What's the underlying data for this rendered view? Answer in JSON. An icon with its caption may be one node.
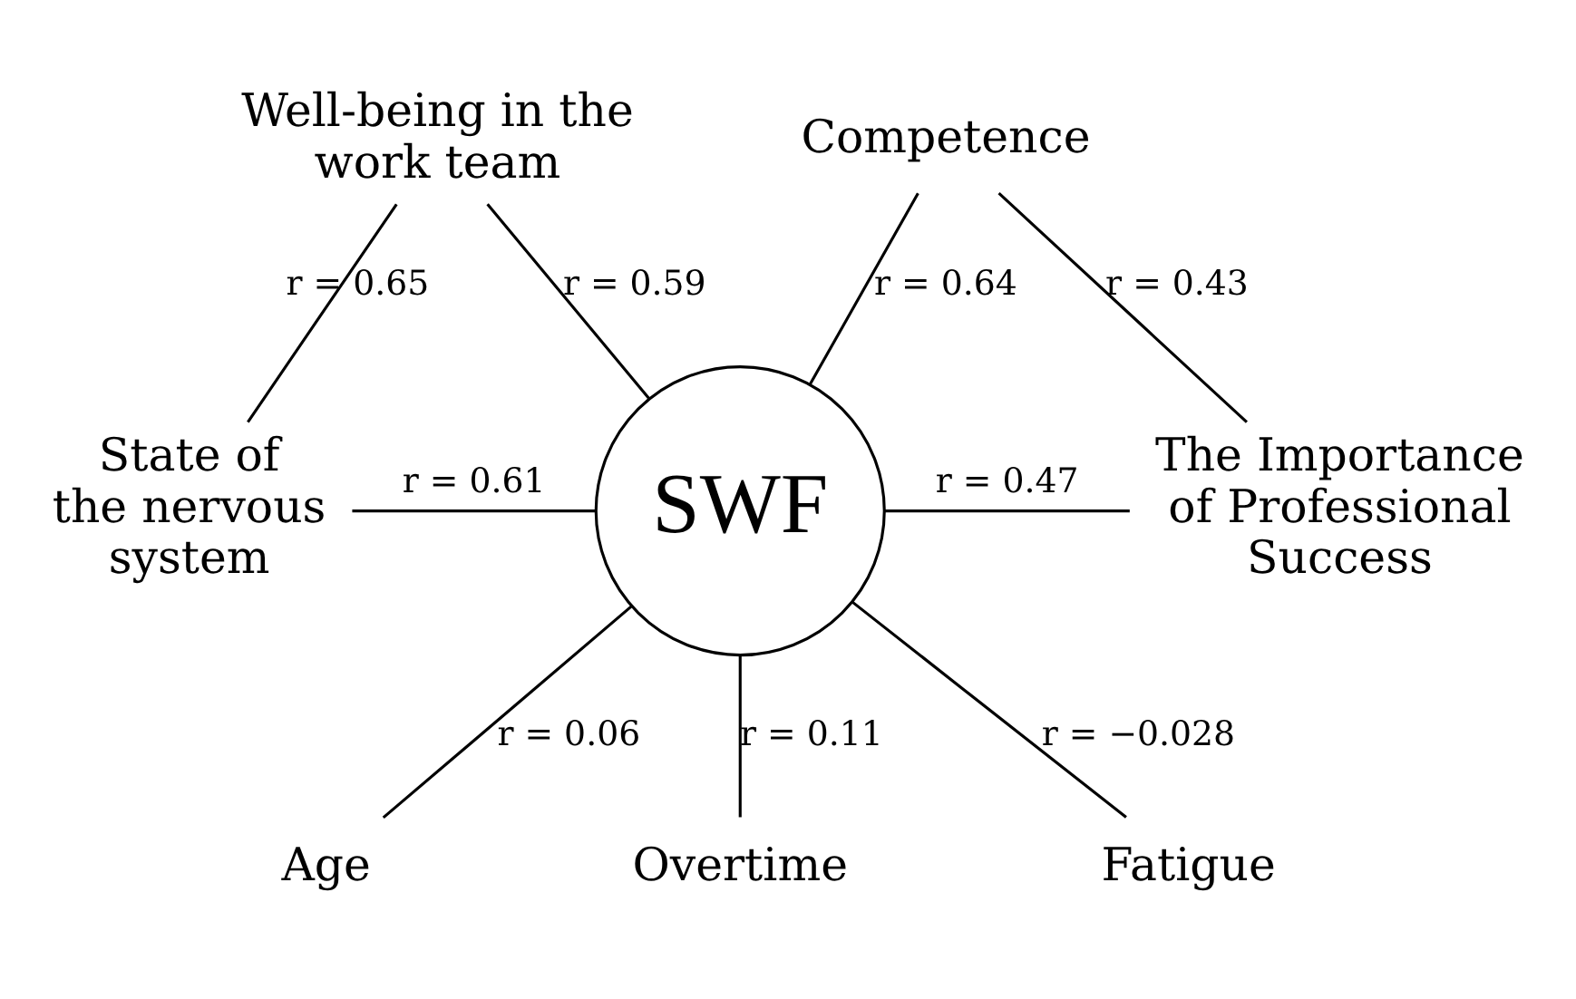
{
  "diagram": {
    "nodes": [
      {
        "text": [
          "SWF"
        ]
      },
      {
        "text": [
          "Well-being in the work team"
        ]
      },
      {
        "text": [
          "Competence"
        ]
      },
      {
        "text": [
          "State of the nervous system"
        ]
      },
      {
        "text": [
          "The Importance of Professional Success"
        ]
      },
      {
        "text": [
          "Age"
        ]
      },
      {
        "text": [
          "Overtime"
        ]
      },
      {
        "text": [
          "Fatigue"
        ]
      }
    ],
    "edges": [
      {
        "from": 1,
        "to": 3,
        "arrow": "none",
        "label": "r = 0.65"
      },
      {
        "from": 1,
        "to": 0,
        "arrow": "none",
        "label": "r = 0.59"
      },
      {
        "from": 2,
        "to": 0,
        "arrow": "none",
        "label": "r = 0.64"
      },
      {
        "from": 2,
        "to": 4,
        "arrow": "none",
        "label": "r = 0.43"
      },
      {
        "from": 3,
        "to": 0,
        "arrow": "none",
        "label": "r = 0.61"
      },
      {
        "from": 0,
        "to": 4,
        "arrow": "none",
        "label": "r = 0.47"
      },
      {
        "from": 5,
        "to": 0,
        "arrow": "none",
        "label": "r = 0.06"
      },
      {
        "from": 0,
        "to": 6,
        "arrow": "none",
        "label": "r = 0.11"
      },
      {
        "from": 0,
        "to": 7,
        "arrow": "none",
        "label": "r = −0.028"
      }
    ]
  }
}
